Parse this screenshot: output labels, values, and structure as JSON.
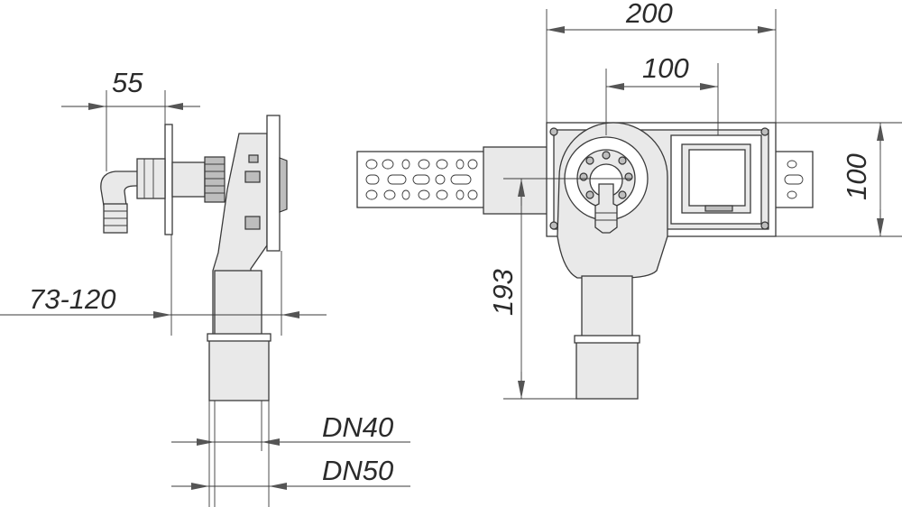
{
  "dimensions": {
    "width_side": "55",
    "wall_range": "73-120",
    "dn_small": "DN40",
    "dn_large": "DN50",
    "box_width": "200",
    "inner_width": "100",
    "box_height": "100",
    "drop_height": "193"
  }
}
